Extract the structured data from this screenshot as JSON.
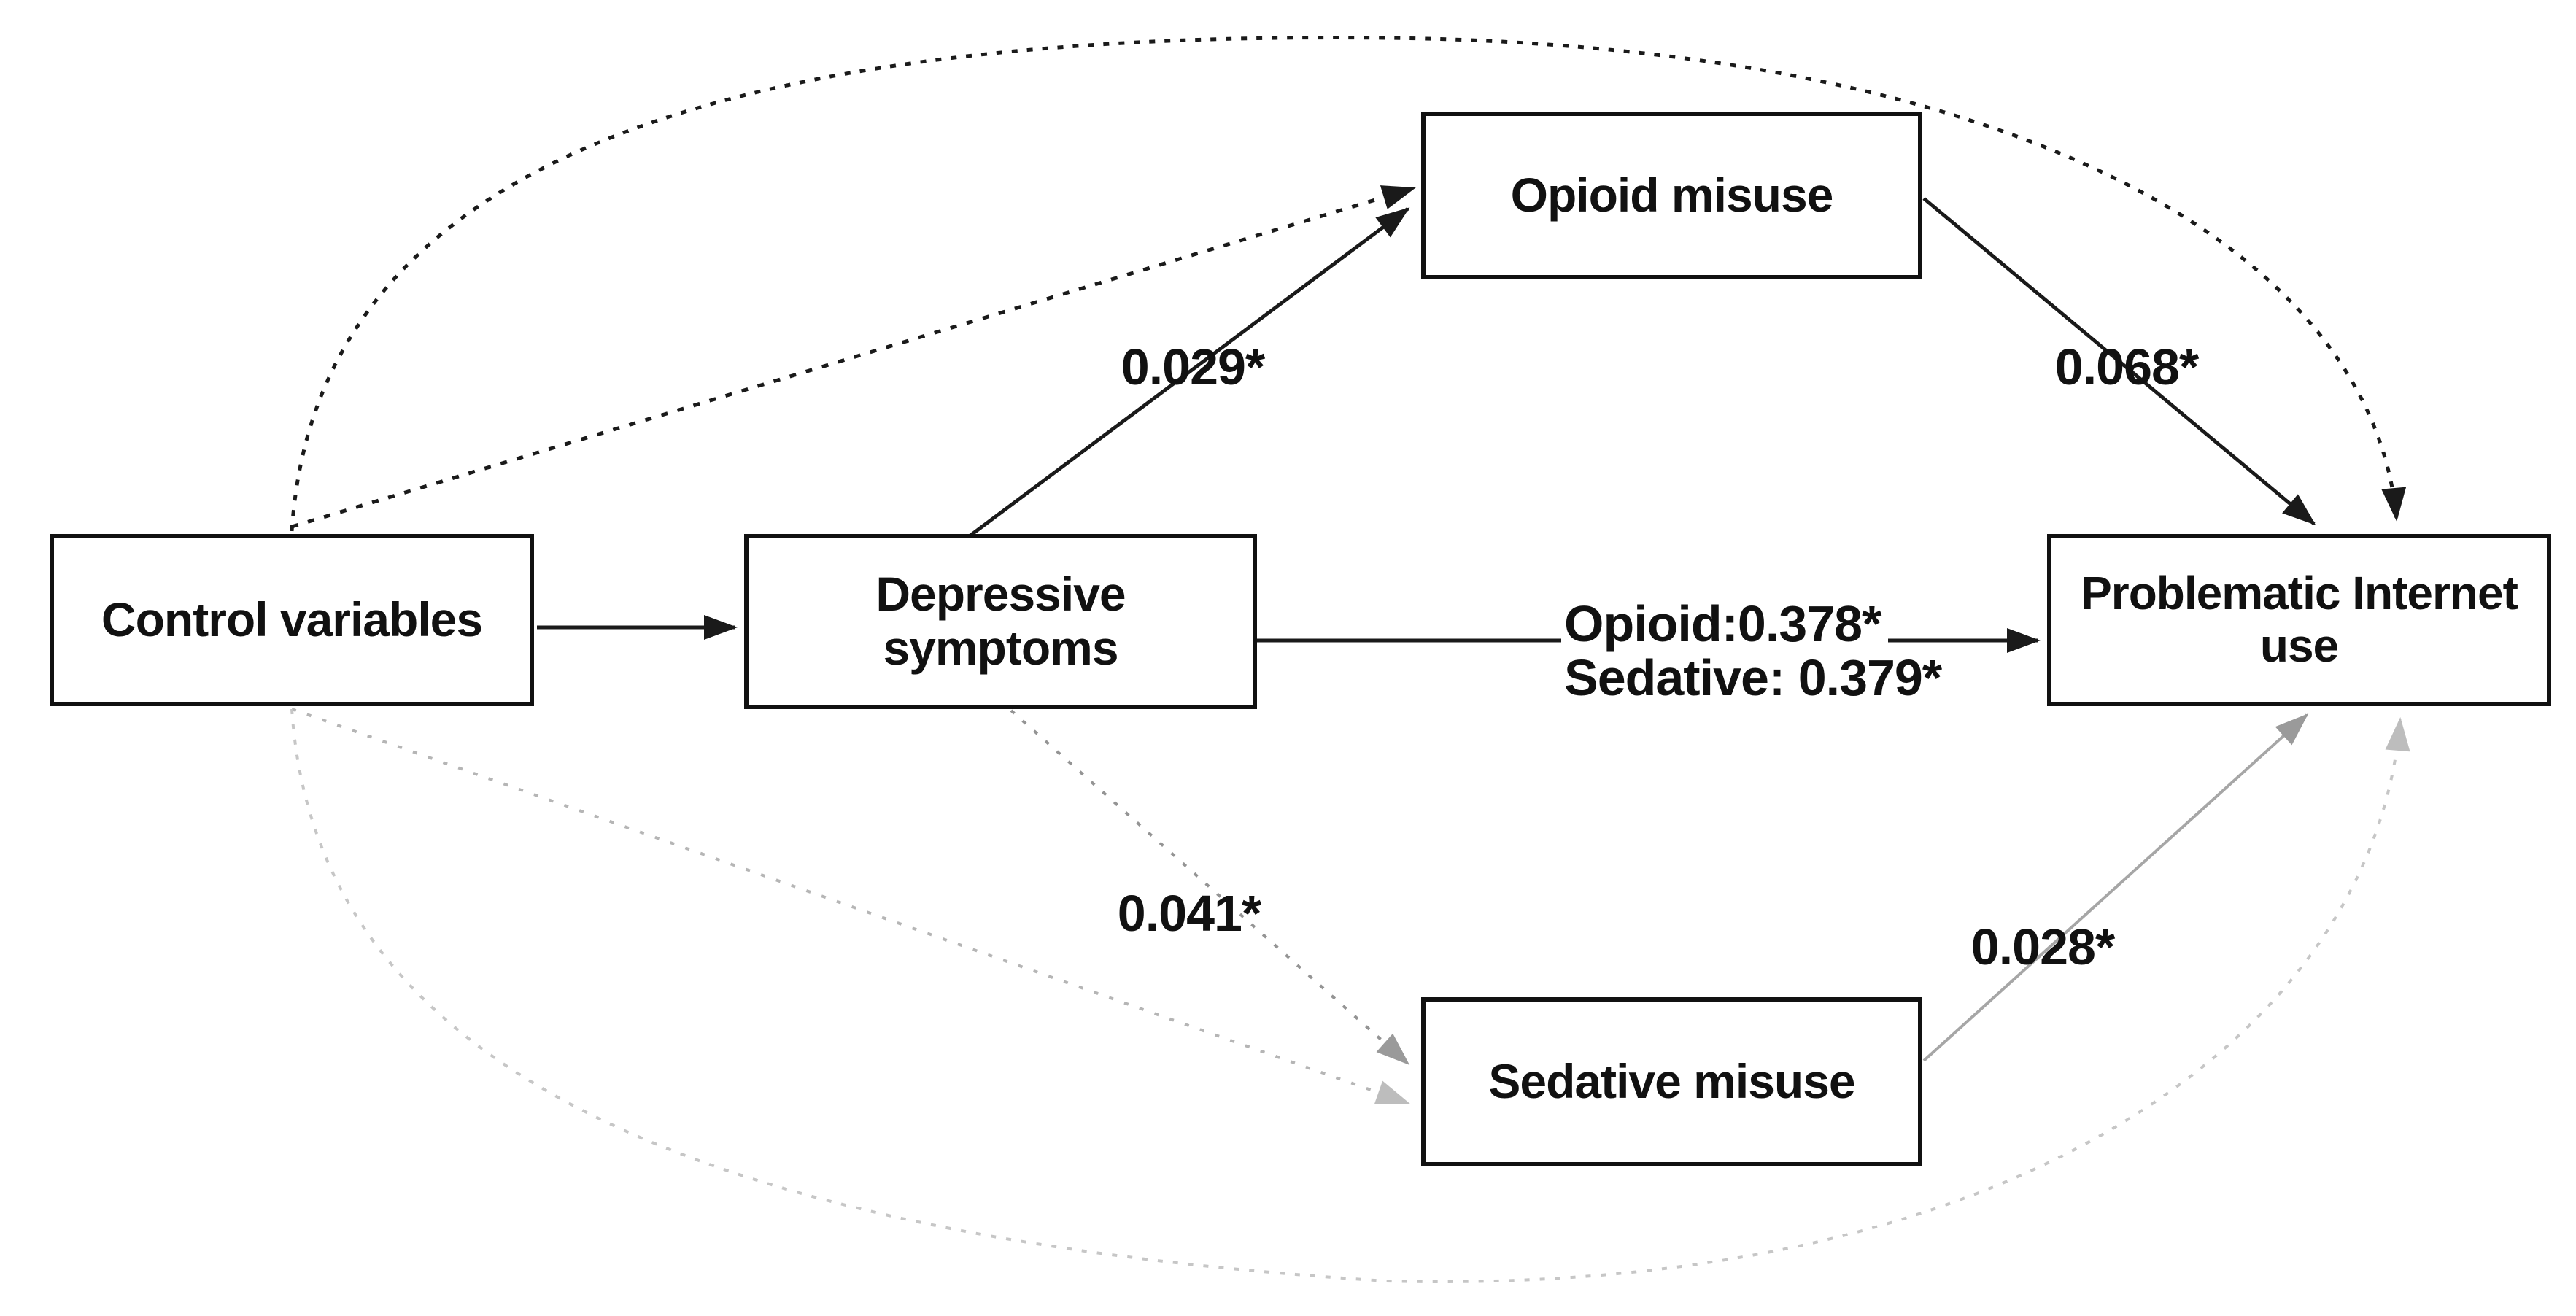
{
  "figure": {
    "type": "path-diagram",
    "background": "#ffffff"
  },
  "nodes": {
    "control": {
      "label": "Control variables"
    },
    "depressive": {
      "label_line1": "Depressive",
      "label_line2": "symptoms"
    },
    "opioid": {
      "label": "Opioid misuse"
    },
    "sedative": {
      "label": "Sedative misuse"
    },
    "piu": {
      "label_line1": "Problematic Internet",
      "label_line2": "use"
    }
  },
  "edge_labels": {
    "dep_opioid": "0.029*",
    "opioid_piu": "0.068*",
    "dep_sed": "0.041*",
    "sed_piu": "0.028*",
    "dep_piu_line1": "Opioid:0.378*",
    "dep_piu_line2": "Sedative: 0.379*"
  },
  "edges": [
    {
      "from": "control",
      "to": "depressive",
      "style": "solid",
      "color": "#1a1a1a",
      "label": ""
    },
    {
      "from": "control",
      "to": "opioid",
      "style": "dotted",
      "color": "#1a1a1a",
      "label": ""
    },
    {
      "from": "control",
      "to": "sedative",
      "style": "dotted",
      "color": "#b5b5b5",
      "label": ""
    },
    {
      "from": "control",
      "to": "piu",
      "style": "dotted-arc-top",
      "color": "#1a1a1a",
      "label": ""
    },
    {
      "from": "control",
      "to": "piu",
      "style": "dotted-arc-bottom",
      "color": "#c6c6c6",
      "label": ""
    },
    {
      "from": "depressive",
      "to": "opioid",
      "style": "solid",
      "color": "#1a1a1a",
      "label": "0.029*"
    },
    {
      "from": "depressive",
      "to": "sedative",
      "style": "dotted",
      "color": "#949494",
      "label": "0.041*"
    },
    {
      "from": "depressive",
      "to": "piu",
      "style": "solid",
      "color": "#1a1a1a",
      "label": "Opioid:0.378* / Sedative: 0.379*"
    },
    {
      "from": "opioid",
      "to": "piu",
      "style": "solid",
      "color": "#1a1a1a",
      "label": "0.068*"
    },
    {
      "from": "sedative",
      "to": "piu",
      "style": "solid",
      "color": "#a6a6a6",
      "label": "0.028*"
    }
  ],
  "colors": {
    "box_border": "#111111",
    "black_path": "#1a1a1a",
    "gray_path": "#949494",
    "gray_path_mid": "#a6a6a6",
    "gray_path_light": "#b5b5b5",
    "gray_arc_light": "#c6c6c6",
    "text": "#111111"
  }
}
